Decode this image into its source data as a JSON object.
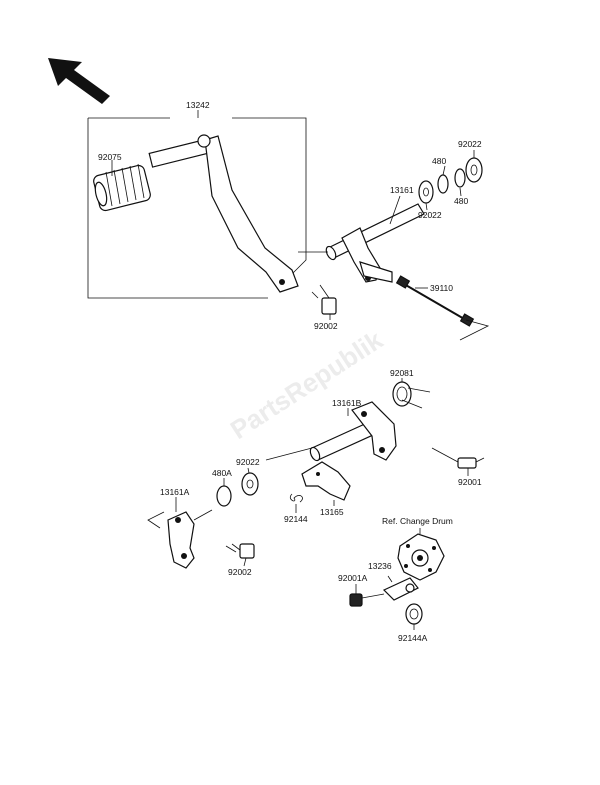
{
  "watermark": "PartsRepublik",
  "parts": {
    "p13242": "13242",
    "p92075": "92075",
    "p92022_top": "92022",
    "p480_a": "480",
    "p480_b": "480",
    "p13161": "13161",
    "p92022_mid": "92022",
    "p39110": "39110",
    "p92002_top": "92002",
    "p92081": "92081",
    "p13161B": "13161B",
    "p480A": "480A",
    "p92022_low": "92022",
    "p92001": "92001",
    "p13161A": "13161A",
    "p92144": "92144",
    "p13165": "13165",
    "p92002_low": "92002",
    "p13236": "13236",
    "p92001A": "92001A",
    "p92144A": "92144A"
  },
  "ref_label": "Ref. Change Drum",
  "icons": {
    "direction": "front-arrow-icon"
  }
}
